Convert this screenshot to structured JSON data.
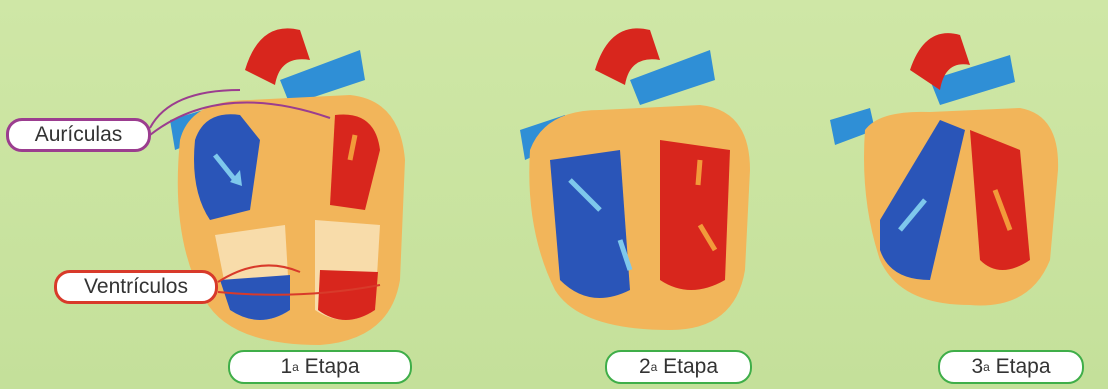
{
  "labels": {
    "auriculas": "Aurículas",
    "ventriculos": "Ventrículos"
  },
  "stages": [
    {
      "num": "1",
      "sup": "a",
      "text": "Etapa"
    },
    {
      "num": "2",
      "sup": "a",
      "text": "Etapa"
    },
    {
      "num": "3",
      "sup": "a",
      "text": "Etapa"
    }
  ],
  "colors": {
    "blood_blue": "#2a55b8",
    "blood_red": "#d8261d",
    "tissue": "#f2b55a",
    "chamber": "#f8dcaa",
    "vessel_blue": "#2f8fd6",
    "background": "#c9e4a2",
    "auricle_border": "#9b3d8f",
    "ventricle_border": "#d83a2a",
    "stage_border": "#3fae49"
  }
}
